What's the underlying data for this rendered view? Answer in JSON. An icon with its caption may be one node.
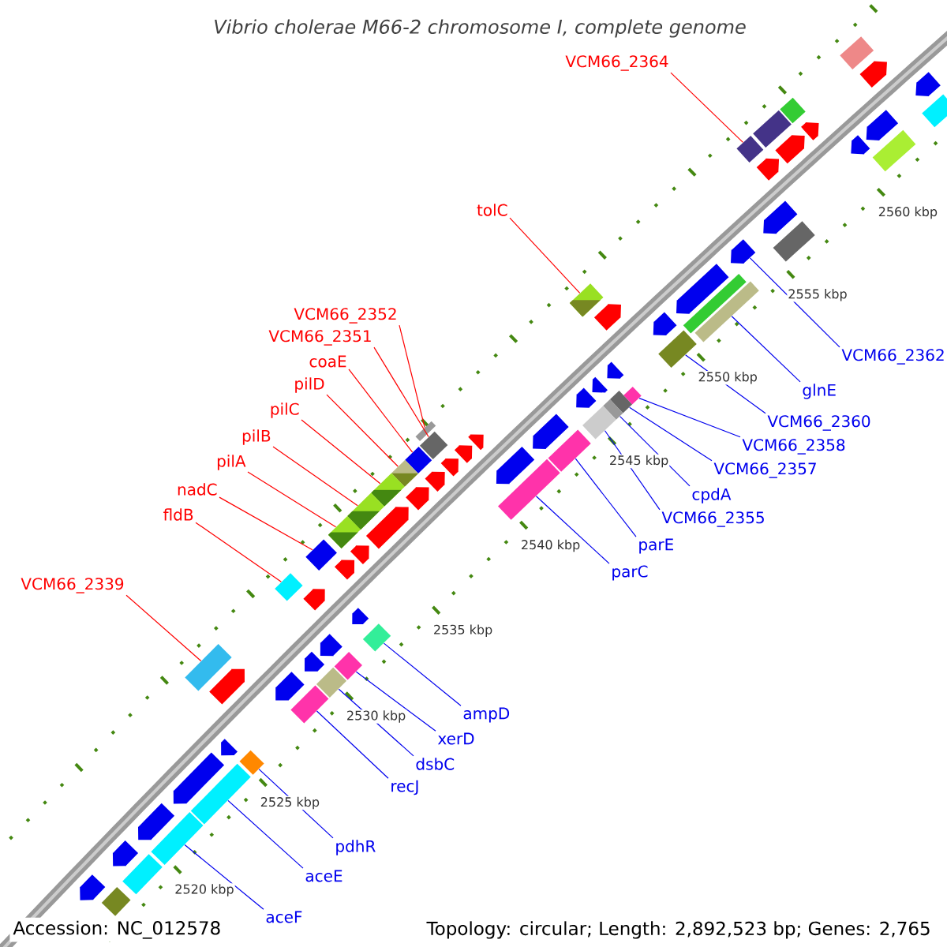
{
  "diagram": {
    "title": "Vibrio cholerae M66-2 chromosome I, complete genome",
    "nodes": [
      {
        "text": [
          "VCM66_2364"
        ]
      },
      {
        "text": [
          "tolC"
        ]
      },
      {
        "text": [
          "VCM66_2352"
        ]
      },
      {
        "text": [
          "VCM66_2351"
        ]
      },
      {
        "text": [
          "coaE"
        ]
      },
      {
        "text": [
          "pilD"
        ]
      },
      {
        "text": [
          "pilC"
        ]
      },
      {
        "text": [
          "pilB"
        ]
      },
      {
        "text": [
          "pilA"
        ]
      },
      {
        "text": [
          "nadC"
        ]
      },
      {
        "text": [
          "fldB"
        ]
      },
      {
        "text": [
          "VCM66_2339"
        ]
      },
      {
        "text": [
          "VCM66_2362"
        ]
      },
      {
        "text": [
          "glnE"
        ]
      },
      {
        "text": [
          "VCM66_2360"
        ]
      },
      {
        "text": [
          "VCM66_2358"
        ]
      },
      {
        "text": [
          "VCM66_2357"
        ]
      },
      {
        "text": [
          "cpdA"
        ]
      },
      {
        "text": [
          "VCM66_2355"
        ]
      },
      {
        "text": [
          "parE"
        ]
      },
      {
        "text": [
          "parC"
        ]
      },
      {
        "text": [
          "ampD"
        ]
      },
      {
        "text": [
          "xerD"
        ]
      },
      {
        "text": [
          "dsbC"
        ]
      },
      {
        "text": [
          "recJ"
        ]
      },
      {
        "text": [
          "pdhR"
        ]
      },
      {
        "text": [
          "aceE"
        ]
      },
      {
        "text": [
          "aceF"
        ]
      },
      {
        "text": [],
        "shape": "bar"
      },
      {
        "text": [],
        "shape": "bar"
      },
      {
        "text": [],
        "shape": "bar"
      },
      {
        "text": [],
        "shape": "bar"
      },
      {
        "text": [],
        "shape": "bar"
      },
      {
        "text": [],
        "shape": "bar"
      },
      {
        "text": [],
        "shape": "bar"
      },
      {
        "text": [],
        "shape": "bar"
      },
      {
        "text": [],
        "shape": "bar"
      },
      {
        "text": [],
        "shape": "bar"
      },
      {
        "text": [],
        "shape": "bar"
      },
      {
        "text": [],
        "shape": "bar"
      },
      {
        "text": [],
        "shape": "arrow"
      },
      {
        "text": [],
        "shape": "bar"
      },
      {
        "text": [],
        "shape": "bar"
      },
      {
        "text": [],
        "shape": "bar"
      },
      {
        "text": [],
        "shape": "bar"
      },
      {
        "text": [],
        "shape": "bar"
      },
      {
        "text": [],
        "shape": "bar"
      },
      {
        "text": [],
        "shape": "bar"
      },
      {
        "text": [],
        "shape": "bar"
      },
      {
        "text": [],
        "shape": "bar"
      },
      {
        "text": [],
        "shape": "bar"
      },
      {
        "text": [],
        "shape": "bar"
      },
      {
        "text": [],
        "shape": "bar"
      },
      {
        "text": [],
        "shape": "bar"
      },
      {
        "text": [],
        "shape": "bar"
      },
      {
        "text": [],
        "shape": "bar"
      },
      {
        "text": [],
        "shape": "arrow"
      },
      {
        "text": [],
        "shape": "arrow"
      },
      {
        "text": [],
        "shape": "arrow"
      },
      {
        "text": [],
        "shape": "arrow"
      },
      {
        "text": [],
        "shape": "arrow"
      },
      {
        "text": [],
        "shape": "arrow"
      },
      {
        "text": [],
        "shape": "arrow"
      },
      {
        "text": [],
        "shape": "arrow"
      },
      {
        "text": [],
        "shape": "arrow"
      },
      {
        "text": [],
        "shape": "arrow"
      },
      {
        "text": [],
        "shape": "arrow"
      },
      {
        "text": [],
        "shape": "arrow"
      },
      {
        "text": [],
        "shape": "arrow"
      },
      {
        "text": [],
        "shape": "arrow"
      },
      {
        "text": [],
        "shape": "arrow"
      },
      {
        "text": [],
        "shape": "bar"
      },
      {
        "text": [],
        "shape": "bar"
      },
      {
        "text": [],
        "shape": "bar"
      },
      {
        "text": [],
        "shape": "arrow"
      },
      {
        "text": [],
        "shape": "arrow"
      },
      {
        "text": [],
        "shape": "arrow"
      },
      {
        "text": [],
        "shape": "arrow"
      },
      {
        "text": [],
        "shape": "arrow"
      },
      {
        "text": [],
        "shape": "arrow"
      },
      {
        "text": [],
        "shape": "arrow"
      },
      {
        "text": [],
        "shape": "arrow"
      },
      {
        "text": [],
        "shape": "arrow"
      },
      {
        "text": [],
        "shape": "arrow"
      },
      {
        "text": [],
        "shape": "arrow"
      },
      {
        "text": [],
        "shape": "arrow"
      },
      {
        "text": [],
        "shape": "arrow"
      },
      {
        "text": [],
        "shape": "arrow"
      },
      {
        "text": [],
        "shape": "arrow"
      },
      {
        "text": [],
        "shape": "arrow"
      },
      {
        "text": [],
        "shape": "arrow"
      },
      {
        "text": [],
        "shape": "arrow"
      },
      {
        "text": [],
        "shape": "arrow"
      },
      {
        "text": [],
        "shape": "arrow"
      },
      {
        "text": [],
        "shape": "bar"
      },
      {
        "text": [],
        "shape": "bar"
      },
      {
        "text": [],
        "shape": "bar"
      },
      {
        "text": [],
        "shape": "bar"
      },
      {
        "text": [],
        "shape": "bar"
      },
      {
        "text": [],
        "shape": "bar"
      }
    ],
    "edges": [
      {
        "from": 0,
        "to": 28,
        "arrow": "none",
        "color": "#ff0000"
      },
      {
        "from": 1,
        "to": 29,
        "arrow": "none",
        "color": "#ff0000"
      },
      {
        "from": 2,
        "to": 30,
        "arrow": "none",
        "color": "#ff0000"
      },
      {
        "from": 3,
        "to": 31,
        "arrow": "none",
        "color": "#ff0000"
      },
      {
        "from": 4,
        "to": 32,
        "arrow": "none",
        "color": "#ff0000"
      },
      {
        "from": 5,
        "to": 33,
        "arrow": "none",
        "color": "#ff0000"
      },
      {
        "from": 6,
        "to": 34,
        "arrow": "none",
        "color": "#ff0000"
      },
      {
        "from": 7,
        "to": 35,
        "arrow": "none",
        "color": "#ff0000"
      },
      {
        "from": 8,
        "to": 36,
        "arrow": "none",
        "color": "#ff0000"
      },
      {
        "from": 9,
        "to": 37,
        "arrow": "none",
        "color": "#ff0000"
      },
      {
        "from": 10,
        "to": 38,
        "arrow": "none",
        "color": "#ff0000"
      },
      {
        "from": 11,
        "to": 39,
        "arrow": "none",
        "color": "#ff0000"
      },
      {
        "from": 12,
        "to": 40,
        "arrow": "none"
      },
      {
        "from": 13,
        "to": 41,
        "arrow": "none"
      },
      {
        "from": 14,
        "to": 42,
        "arrow": "none"
      },
      {
        "from": 15,
        "to": 43,
        "arrow": "none"
      },
      {
        "from": 16,
        "to": 44,
        "arrow": "none"
      },
      {
        "from": 17,
        "to": 45,
        "arrow": "none"
      },
      {
        "from": 18,
        "to": 46,
        "arrow": "none"
      },
      {
        "from": 19,
        "to": 47,
        "arrow": "none"
      },
      {
        "from": 20,
        "to": 48,
        "arrow": "none"
      },
      {
        "from": 21,
        "to": 49,
        "arrow": "none"
      },
      {
        "from": 22,
        "to": 50,
        "arrow": "none"
      },
      {
        "from": 23,
        "to": 51,
        "arrow": "none"
      },
      {
        "from": 24,
        "to": 52,
        "arrow": "none"
      },
      {
        "from": 25,
        "to": 53,
        "arrow": "none"
      },
      {
        "from": 26,
        "to": 54,
        "arrow": "none"
      },
      {
        "from": 27,
        "to": 55,
        "arrow": "none"
      }
    ],
    "labels": [
      "2560 kbp",
      "2555 kbp",
      "2550 kbp",
      "2545 kbp",
      "2540 kbp",
      "2535 kbp",
      "2530 kbp",
      "2525 kbp",
      "2520 kbp",
      "Accession: NC_012578",
      "Topology: circular; Length: 2,892,523 bp; Genes: 2,765"
    ]
  }
}
